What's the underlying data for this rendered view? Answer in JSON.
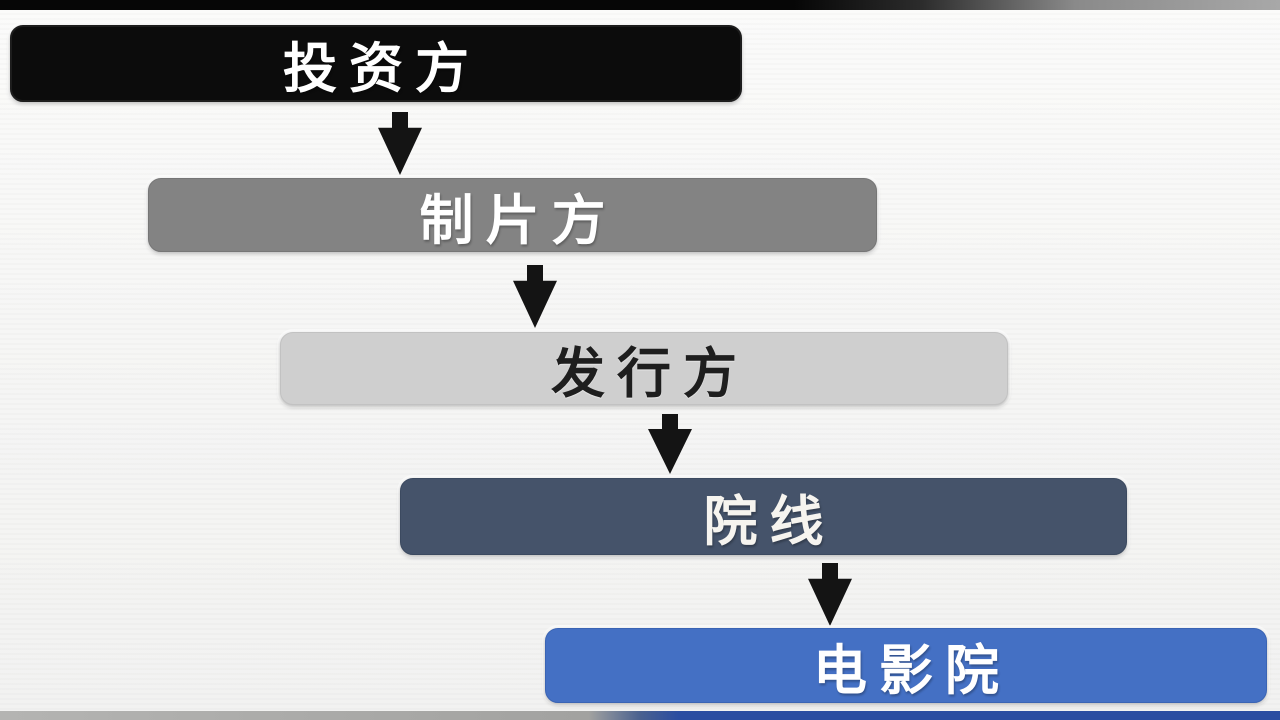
{
  "diagram": {
    "description_domain": "film-distribution-chain-flowchart",
    "nodes": [
      {
        "id": "investor",
        "label": "投资方",
        "bg": "#0c0c0c",
        "fg": "#ffffff"
      },
      {
        "id": "producer",
        "label": "制片方",
        "bg": "#838383",
        "fg": "#ffffff"
      },
      {
        "id": "distributor",
        "label": "发行方",
        "bg": "#cfcfcf",
        "fg": "#1e1e1e"
      },
      {
        "id": "cinema-chain",
        "label": "院线",
        "bg": "#45536a",
        "fg": "#f6f4ef"
      },
      {
        "id": "movie-theater",
        "label": "电影院",
        "bg": "#4470c4",
        "fg": "#ffffff"
      }
    ],
    "arrow_color": "#141414",
    "flow_order": [
      "投资方",
      "制片方",
      "发行方",
      "院线",
      "电影院"
    ]
  },
  "frame": {
    "top_strip_left_color": "#060606",
    "top_strip_right_color": "#a8a8a8",
    "bottom_strip_left_color": "#a2a2a0",
    "bottom_strip_right_color": "#2a4da1",
    "background_color": "#f5f5f4"
  }
}
